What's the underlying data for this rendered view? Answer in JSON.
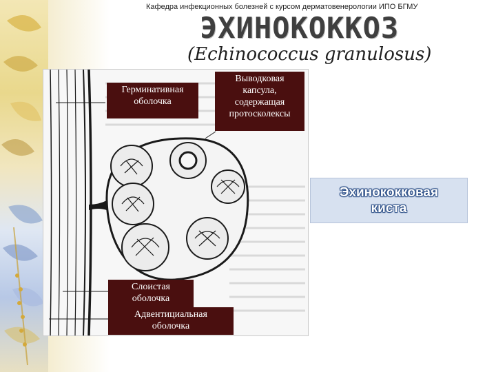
{
  "header": {
    "department": "Кафедра инфекционных болезней с курсом дерматовенерологии ИПО БГМУ",
    "title": "ЭХИНОКОККОЗ",
    "subtitle": "(Echinococcus granulosus)"
  },
  "figure": {
    "labels": {
      "germinal_line1": "Герминативная",
      "germinal_line2": "оболочка",
      "brood_line1": "Выводковая",
      "brood_line2": "капсула,",
      "brood_line3": "содержащая",
      "brood_line4": "протосколексы",
      "laminated_line1": "Слоистая",
      "laminated_line2": "оболочка",
      "adventitial_line1": "Адвентициальная",
      "adventitial_line2": "оболочка"
    }
  },
  "side_label": {
    "line1": "Эхинококковая",
    "line2": "киста"
  },
  "colors": {
    "label_bg": "#4a0f0f",
    "side_box_bg": "#d7e1f0",
    "side_text_outline": "#2a4d86"
  }
}
